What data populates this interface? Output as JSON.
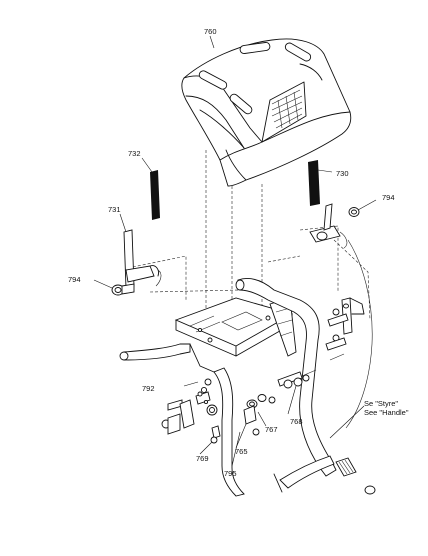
{
  "labels": {
    "l760": "760",
    "l732": "732",
    "l730": "730",
    "l731": "731",
    "l794a": "794",
    "l794b": "794",
    "l792": "792",
    "l765": "765",
    "l767": "767",
    "l768": "768",
    "l795": "795",
    "l769": "769",
    "see1": "Se \"Styre\"",
    "see2": "See \"Handle\""
  }
}
